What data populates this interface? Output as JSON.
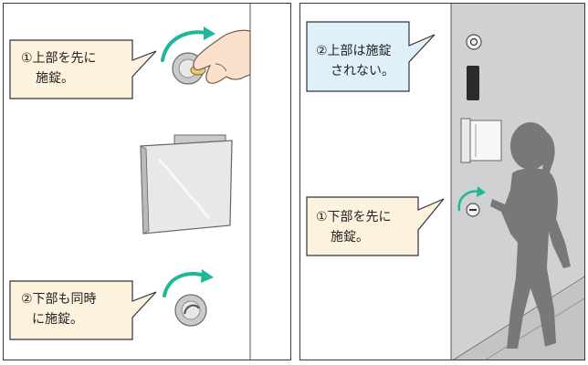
{
  "colors": {
    "note_fill": "#fdf2de",
    "warn_fill": "#dff0fa",
    "callout_border": "#333333",
    "arrow_green": "#1fb69a",
    "wall_gray": "#d0d1d3",
    "silhouette": "#777879"
  },
  "left_panel": {
    "callout_top": {
      "line1": "①上部を先に",
      "line2": "施錠。"
    },
    "callout_bottom": {
      "line1": "②下部も同時",
      "line2": "に施錠。"
    }
  },
  "right_panel": {
    "callout_top": {
      "line1": "②上部は施錠",
      "line2": "されない。"
    },
    "callout_bottom": {
      "line1": "①下部を先に",
      "line2": "施錠。"
    }
  },
  "icons": [
    "hand-icon",
    "key-icon",
    "door-lock-icon",
    "door-handle-icon",
    "rotation-arrow-icon",
    "child-silhouette-icon"
  ]
}
